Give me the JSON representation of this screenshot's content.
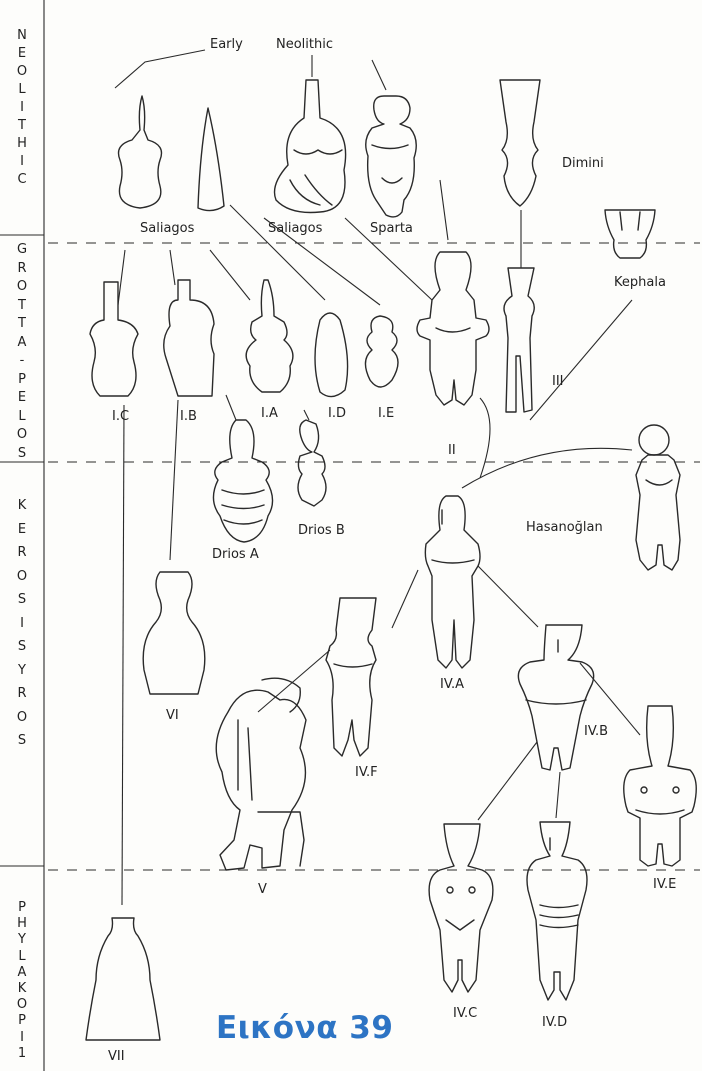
{
  "periods": [
    {
      "id": "neolithic",
      "letters": [
        "N",
        "E",
        "O",
        "L",
        "I",
        "T",
        "H",
        "I",
        "C"
      ]
    },
    {
      "id": "grotta-pelos",
      "letters": [
        "G",
        "R",
        "O",
        "T",
        "T",
        "A",
        "-",
        "P",
        "E",
        "L",
        "O",
        "S"
      ]
    },
    {
      "id": "keros-syros",
      "letters": [
        "K",
        "E",
        "R",
        "O",
        "S",
        "I",
        "S",
        "Y",
        "R",
        "O",
        "S"
      ]
    },
    {
      "id": "phylakopi",
      "letters": [
        "P",
        "H",
        "Y",
        "L",
        "A",
        "K",
        "O",
        "P",
        "I",
        "1"
      ]
    }
  ],
  "labels": {
    "early": "Early",
    "neolithic": "Neolithic",
    "saliagos_1": "Saliagos",
    "saliagos_2": "Saliagos",
    "sparta": "Sparta",
    "dimini": "Dimini",
    "kephala": "Kephala",
    "ic": "I.C",
    "ib": "I.B",
    "ia": "I.A",
    "id": "I.D",
    "ie": "I.E",
    "ii": "II",
    "iii": "III",
    "drios_a": "Drios A",
    "drios_b": "Drios B",
    "hasanoglan": "Hasanoğlan",
    "iva": "IV.A",
    "ivb": "IV.B",
    "ivc": "IV.C",
    "ivd": "IV.D",
    "ive": "IV.E",
    "ivf": "IV.F",
    "v": "V",
    "vi": "VI",
    "vii": "VII"
  },
  "caption": "Εικόνα 39"
}
